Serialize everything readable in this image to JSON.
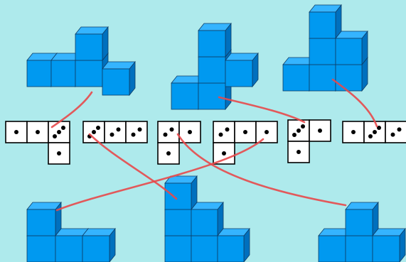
{
  "colors": {
    "background": "#aeeaec",
    "cube_front": "#0099f0",
    "cube_top": "#35b4ff",
    "cube_side": "#0070be",
    "cube_edge": "#0d3d66",
    "line": "#e8494b",
    "cell_border": "#000000",
    "cell_fill": "#ffffff",
    "dot": "#000000"
  },
  "structures": [
    {
      "id": "top-left",
      "columns": [
        1,
        1,
        2,
        1
      ]
    },
    {
      "id": "top-middle",
      "columns": [
        1,
        3,
        1
      ]
    },
    {
      "id": "top-right",
      "columns": [
        1,
        3,
        2
      ]
    },
    {
      "id": "bottom-left",
      "columns": [
        2,
        1,
        1
      ]
    },
    {
      "id": "bottom-middle",
      "columns": [
        3,
        2,
        1
      ]
    },
    {
      "id": "bottom-right",
      "columns": [
        1,
        2,
        1
      ]
    }
  ],
  "cards": [
    {
      "id": "card-1",
      "cells": [
        1,
        1,
        3,
        1
      ],
      "shape": "row of three, extra cell below third"
    },
    {
      "id": "card-2",
      "cells": [
        3,
        2,
        2
      ],
      "shape": "row of three"
    },
    {
      "id": "card-3",
      "cells": [
        2,
        1,
        1
      ],
      "shape": "row of two, extra cell below first"
    },
    {
      "id": "card-4",
      "cells": [
        2,
        1,
        1,
        1
      ],
      "shape": "row of three, extra cell below first"
    },
    {
      "id": "card-5",
      "cells": [
        3,
        1,
        1
      ],
      "shape": "row of two, extra cell below first"
    },
    {
      "id": "card-6",
      "cells": [
        1,
        3,
        2
      ],
      "shape": "row of three"
    }
  ],
  "matches": [
    {
      "from": "top-left",
      "to": "card-1"
    },
    {
      "from": "top-middle",
      "to": "card-5"
    },
    {
      "from": "top-right",
      "to": "card-6"
    },
    {
      "from": "card-2",
      "to": "bottom-middle"
    },
    {
      "from": "card-3",
      "to": "bottom-right"
    },
    {
      "from": "card-4",
      "to": "bottom-left"
    }
  ]
}
